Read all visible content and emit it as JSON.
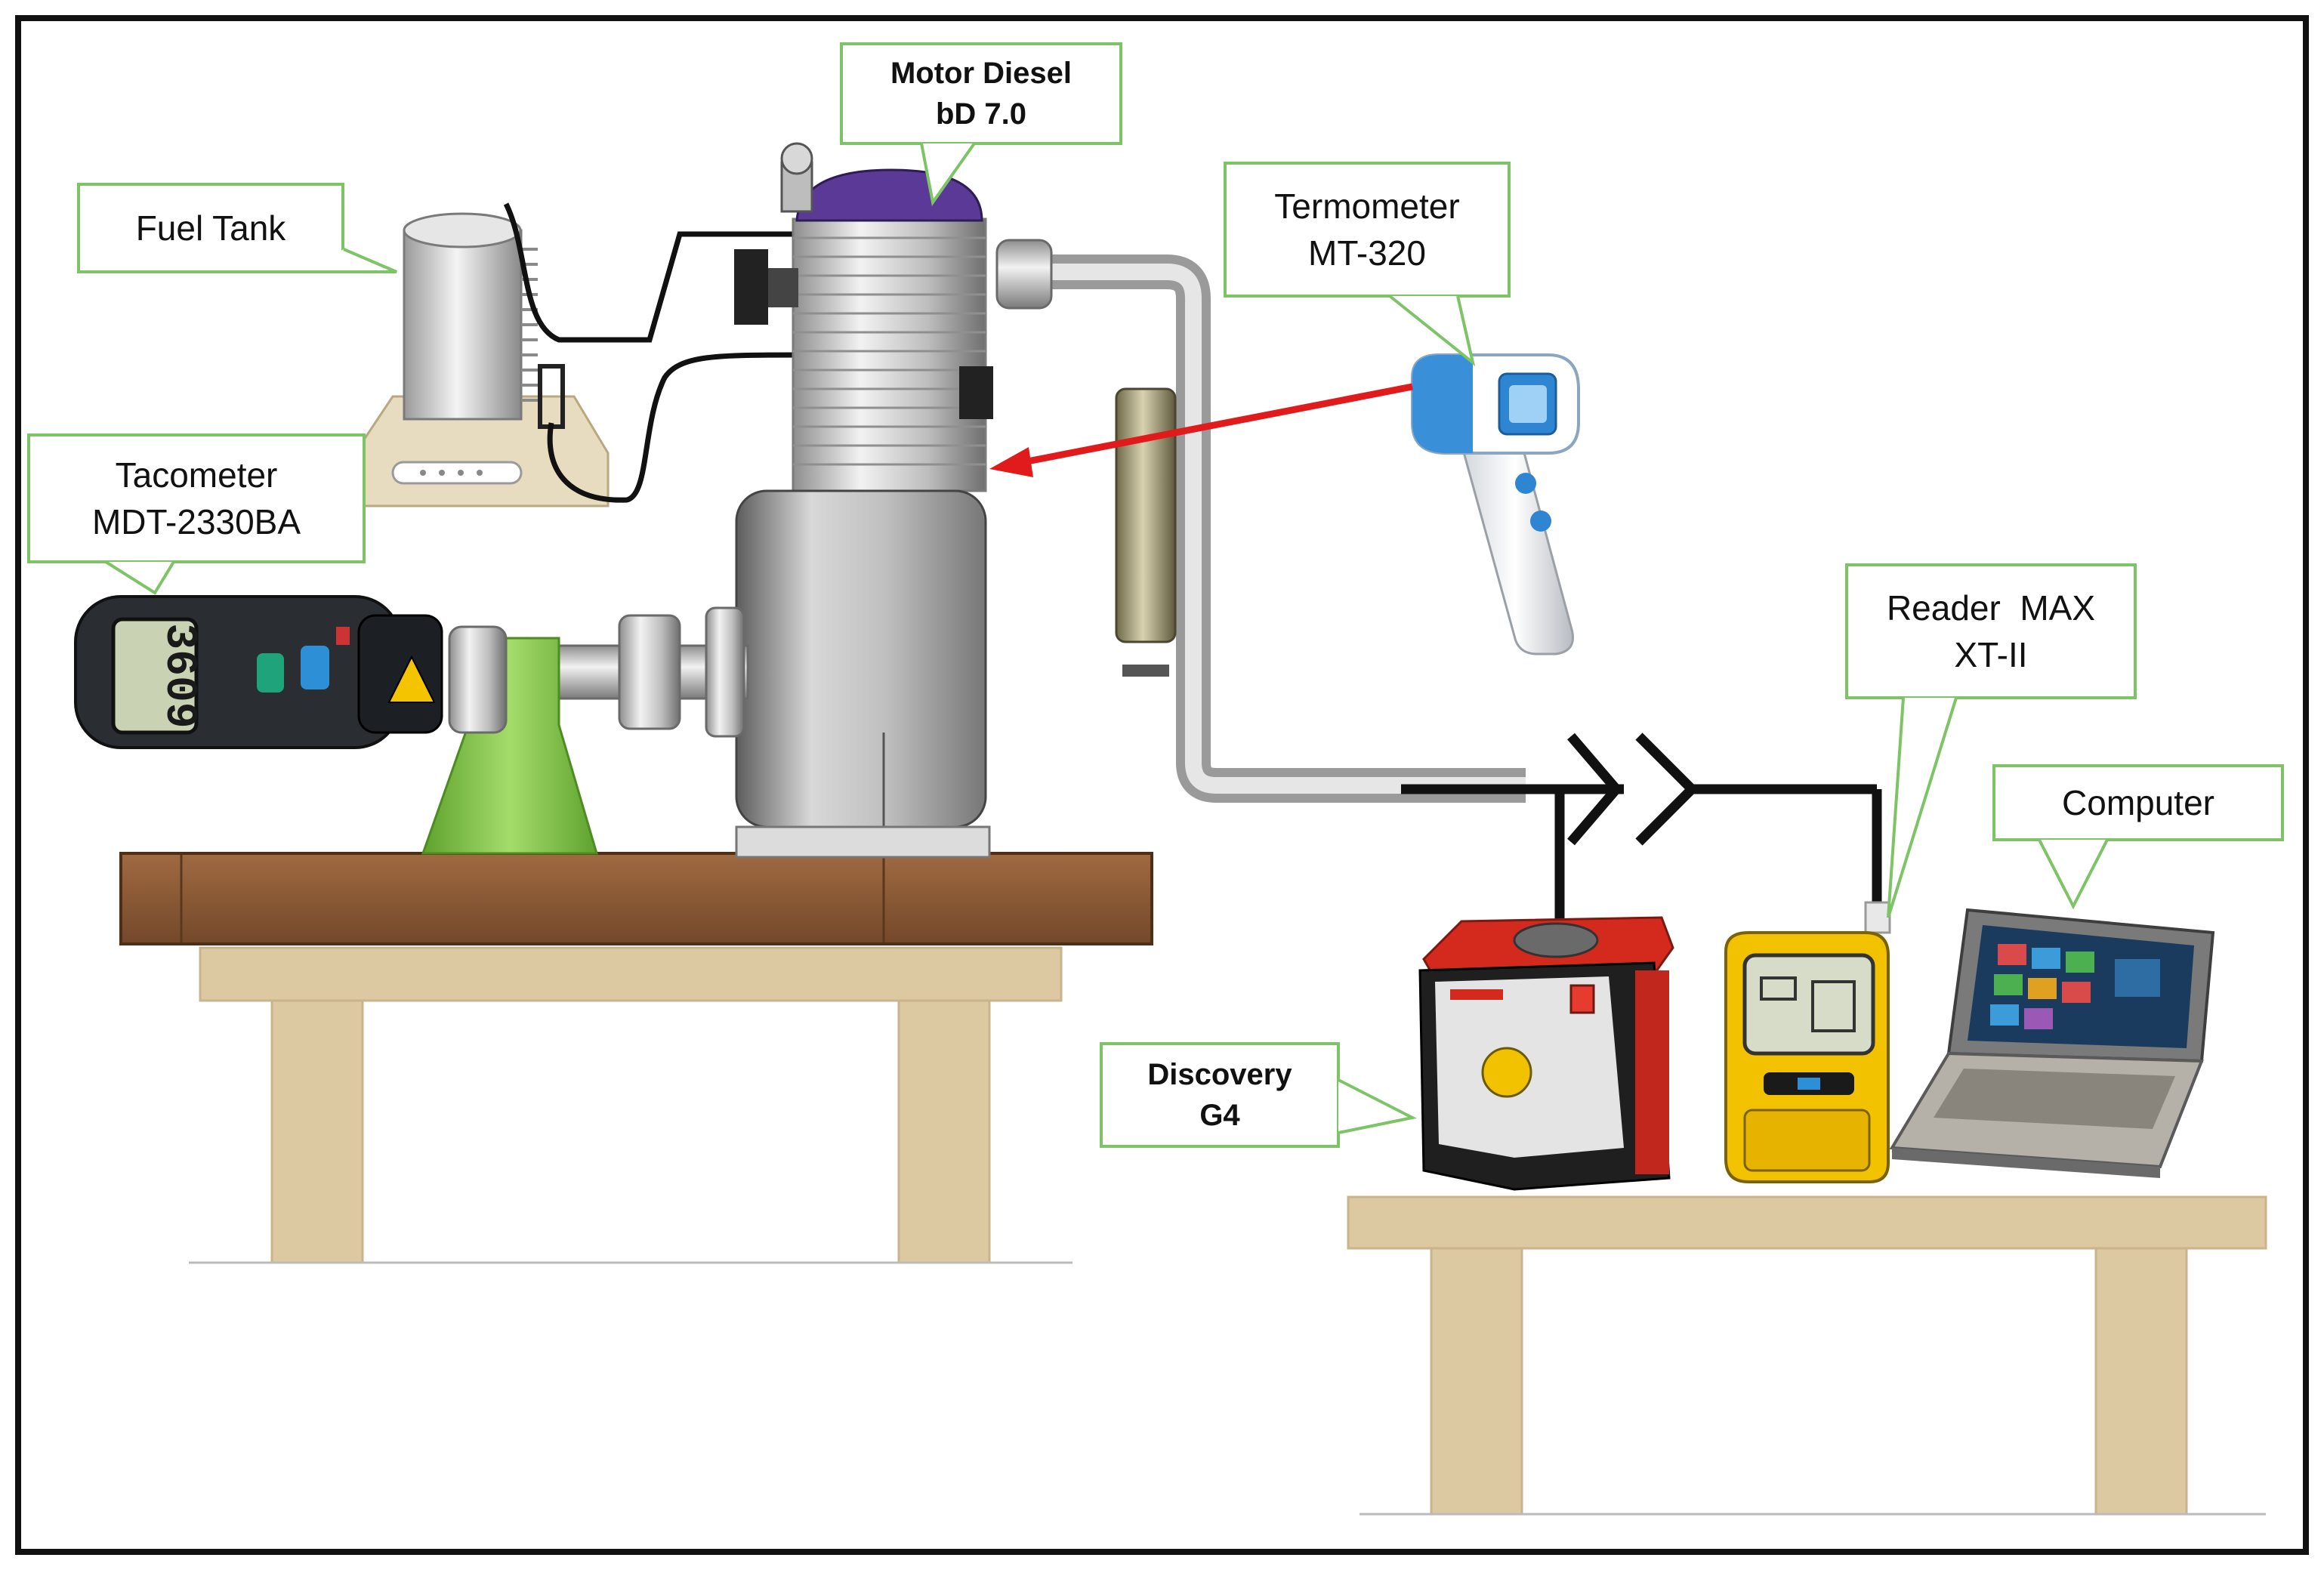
{
  "labels": {
    "motor": {
      "line1": "Motor Diesel",
      "line2": "bD 7.0"
    },
    "fuel_tank": {
      "line1": "Fuel Tank"
    },
    "termometer": {
      "line1": "Termometer",
      "line2": "MT-320"
    },
    "tacometer": {
      "line1": "Tacometer",
      "line2": "MDT-2330BA"
    },
    "reader": {
      "line1": "Reader  MAX",
      "line2": "XT-II"
    },
    "computer": {
      "line1": "Computer"
    },
    "discovery": {
      "line1": "Discovery",
      "line2": "G4"
    },
    "tacometer_display": "3609"
  },
  "colors": {
    "callout_border": "#7dc466",
    "frame": "#111111",
    "wood": "#8a5a35",
    "table_leg": "#dcc9a2",
    "arrow": "#e11b1b",
    "engine": "#a8a8a8",
    "green_stand": "#7cc242",
    "reader_body": "#f2c200",
    "analyzer_red": "#d42a1e"
  }
}
